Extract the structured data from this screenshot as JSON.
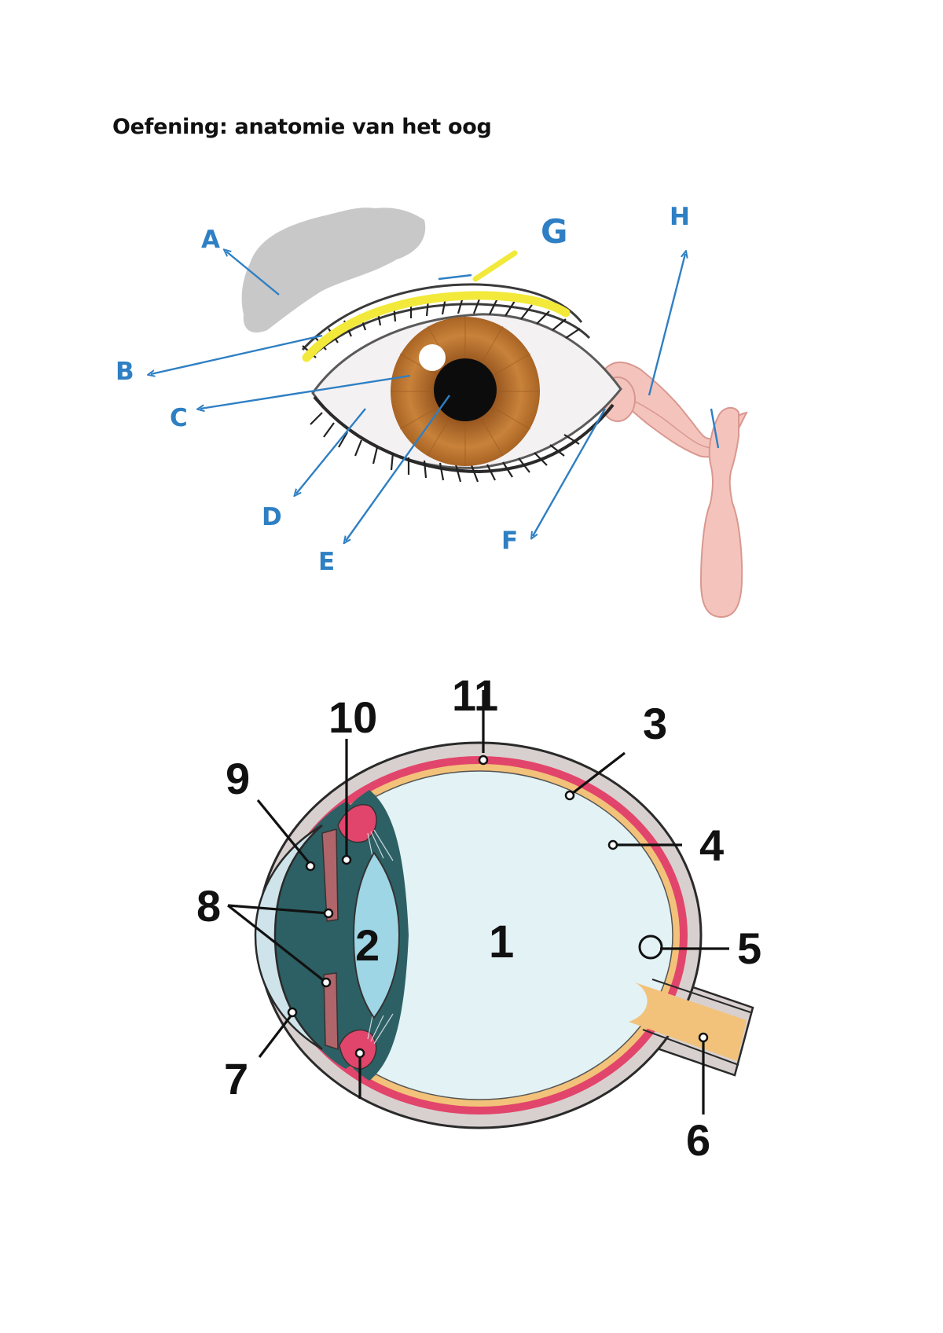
{
  "title": "Oefening: anatomie van het oog",
  "external_eye": {
    "labels": [
      "A",
      "B",
      "C",
      "D",
      "E",
      "F",
      "G",
      "H"
    ]
  },
  "cross_section": {
    "labels": [
      "1",
      "2",
      "3",
      "4",
      "5",
      "6",
      "7",
      "8",
      "9",
      "10",
      "11"
    ]
  },
  "colors": {
    "label_blue": "#2e7fc3",
    "eyebrow": "#c8c8c8",
    "eyelid_line": "#f2e93a",
    "iris": "#c47a32",
    "tear_duct": "#f4c4bc",
    "sclera_outer": "#d8d0cf",
    "choroid": "#e2456b",
    "retina": "#f2c27a",
    "vitreous": "#e2f2f5",
    "lens": "#9fd6e6",
    "anterior_chamber": "#2d6064",
    "cornea": "#cfe4ea"
  }
}
